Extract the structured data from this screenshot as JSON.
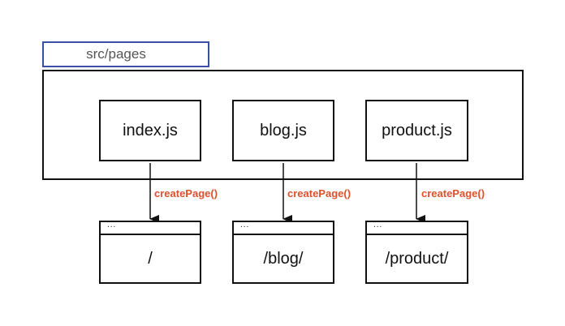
{
  "folder": {
    "label": "src/pages"
  },
  "files": [
    {
      "name": "index.js"
    },
    {
      "name": "blog.js"
    },
    {
      "name": "product.js"
    }
  ],
  "arrows": [
    {
      "label": "createPage()"
    },
    {
      "label": "createPage()"
    },
    {
      "label": "createPage()"
    }
  ],
  "routes": [
    {
      "titlebar": "...",
      "path": "/"
    },
    {
      "titlebar": "...",
      "path": "/blog/"
    },
    {
      "titlebar": "...",
      "path": "/product/"
    }
  ],
  "colors": {
    "folder_border": "#3b4fa6",
    "arrow_label": "#e0502b",
    "stroke": "#111111"
  }
}
